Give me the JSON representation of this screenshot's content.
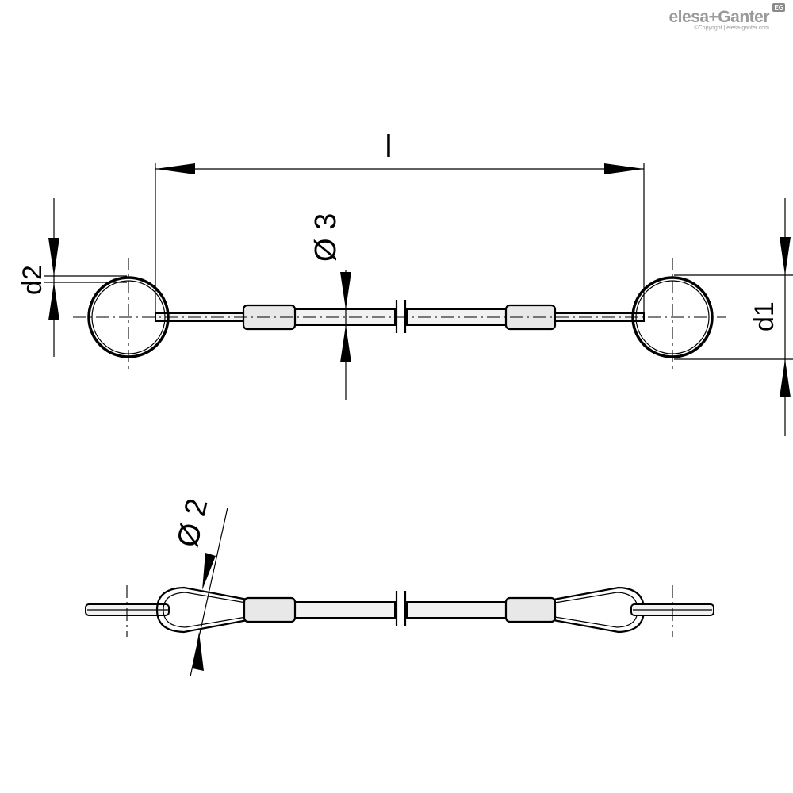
{
  "logo": {
    "brand": "elesa+Ganter",
    "copyright": "©Copyright | elesa-ganter.com",
    "badge": "EG"
  },
  "dimensions": {
    "length_label": "l",
    "cable_diameter_label": "Ø 3",
    "ring_wire_label": "d2",
    "ring_diameter_label": "d1",
    "loop_wire_label": "Ø 2"
  }
}
